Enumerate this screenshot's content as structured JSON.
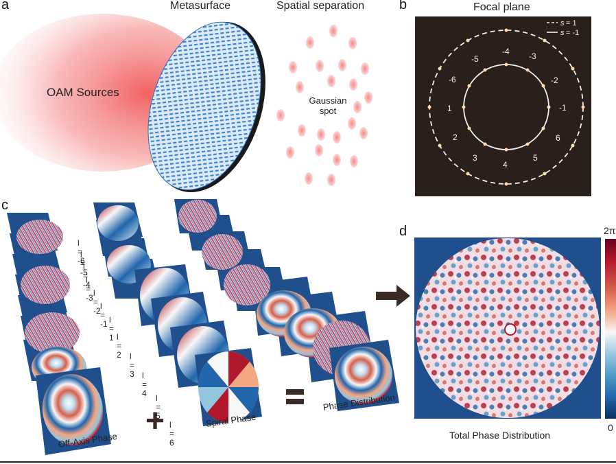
{
  "panels": {
    "a": {
      "letter": "a",
      "titles": {
        "metasurface": "Metasurface",
        "spatial": "Spatial separation"
      },
      "source_label": "OAM Sources",
      "spot_label_1": "Gaussian",
      "spot_label_2": "spot"
    },
    "b": {
      "letter": "b",
      "title": "Focal plane",
      "legend": [
        {
          "symbol": "s",
          "text": " = 1",
          "style": "dashed"
        },
        {
          "symbol": "s",
          "text": " = -1",
          "style": "solid"
        }
      ],
      "outer_ring_labels": [
        "-4",
        "-3",
        "-2",
        "-1",
        "6",
        "5",
        "4",
        "3",
        "2",
        "1",
        "-6",
        "-5"
      ]
    },
    "c": {
      "letter": "c",
      "l_labels": [
        "l = -6",
        "l = -5",
        "l = -4",
        "l = -3",
        "l = -2",
        "l = -1",
        "l = 1",
        "l = 2",
        "l = 3",
        "l = 4",
        "l = 5",
        "l = 6"
      ],
      "off_axis_label": "Off-Axis Phase",
      "spiral_label": "Spiral Phase",
      "distribution_label": "Phase Distribution",
      "plus_sign": "+",
      "equals_sign": "="
    },
    "d": {
      "letter": "d",
      "caption": "Total Phase Distribution",
      "colorbar_max": "2π",
      "colorbar_min": "0"
    }
  },
  "colors": {
    "background_blue": "#1f4f8c",
    "phase_red": "#b2182b",
    "phase_blue": "#2166ac",
    "focal_bg": "#2b1f1c",
    "arrow": "#3a2b27",
    "beam": "#f26b6b"
  }
}
